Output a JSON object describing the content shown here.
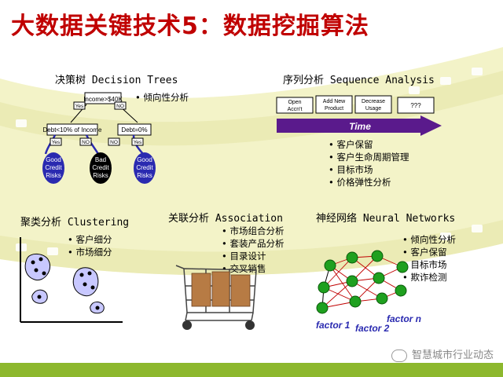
{
  "title": "大数据关键技术5：数据挖掘算法",
  "decision_trees": {
    "title": "决策树 Decision Trees",
    "bullets": [
      "倾向性分析"
    ],
    "root": "Income>$40K",
    "left_node": "Debt<10% of Income",
    "right_node": "Debt=0%",
    "yes": "Yes",
    "no": "NO",
    "leaf_good": [
      "Good",
      "Credit",
      "Risks"
    ],
    "leaf_bad": [
      "Bad",
      "Credit",
      "Risks"
    ]
  },
  "sequence": {
    "title": "序列分析 Sequence Analysis",
    "boxes": [
      {
        "lines": [
          "Open",
          "Accn't"
        ]
      },
      {
        "lines": [
          "Add New",
          "Product"
        ]
      },
      {
        "lines": [
          "Decrease",
          "Usage"
        ]
      },
      {
        "lines": [
          "???"
        ]
      }
    ],
    "arrow_label": "Time",
    "bullets": [
      "客户保留",
      "客户生命周期管理",
      "目标市场",
      "价格弹性分析"
    ]
  },
  "clustering": {
    "title": "聚类分析 Clustering",
    "bullets": [
      "客户细分",
      "市场细分"
    ]
  },
  "association": {
    "title": "关联分析 Association",
    "bullets": [
      "市场组合分析",
      "套装产品分析",
      "目录设计",
      "交叉销售"
    ]
  },
  "neural": {
    "title": "神经网络 Neural Networks",
    "bullets": [
      "倾向性分析",
      "客户保留",
      "目标市场",
      "欺诈检测"
    ],
    "factors": [
      "factor 1",
      "factor 2",
      "factor n"
    ]
  },
  "watermark": "智慧城市行业动态",
  "colors": {
    "title": "#c00000",
    "arrow": "#5a1a8c",
    "node": "#1fa01f",
    "bar": "#8db82e",
    "tree_leaf": "#2a2ab0"
  }
}
